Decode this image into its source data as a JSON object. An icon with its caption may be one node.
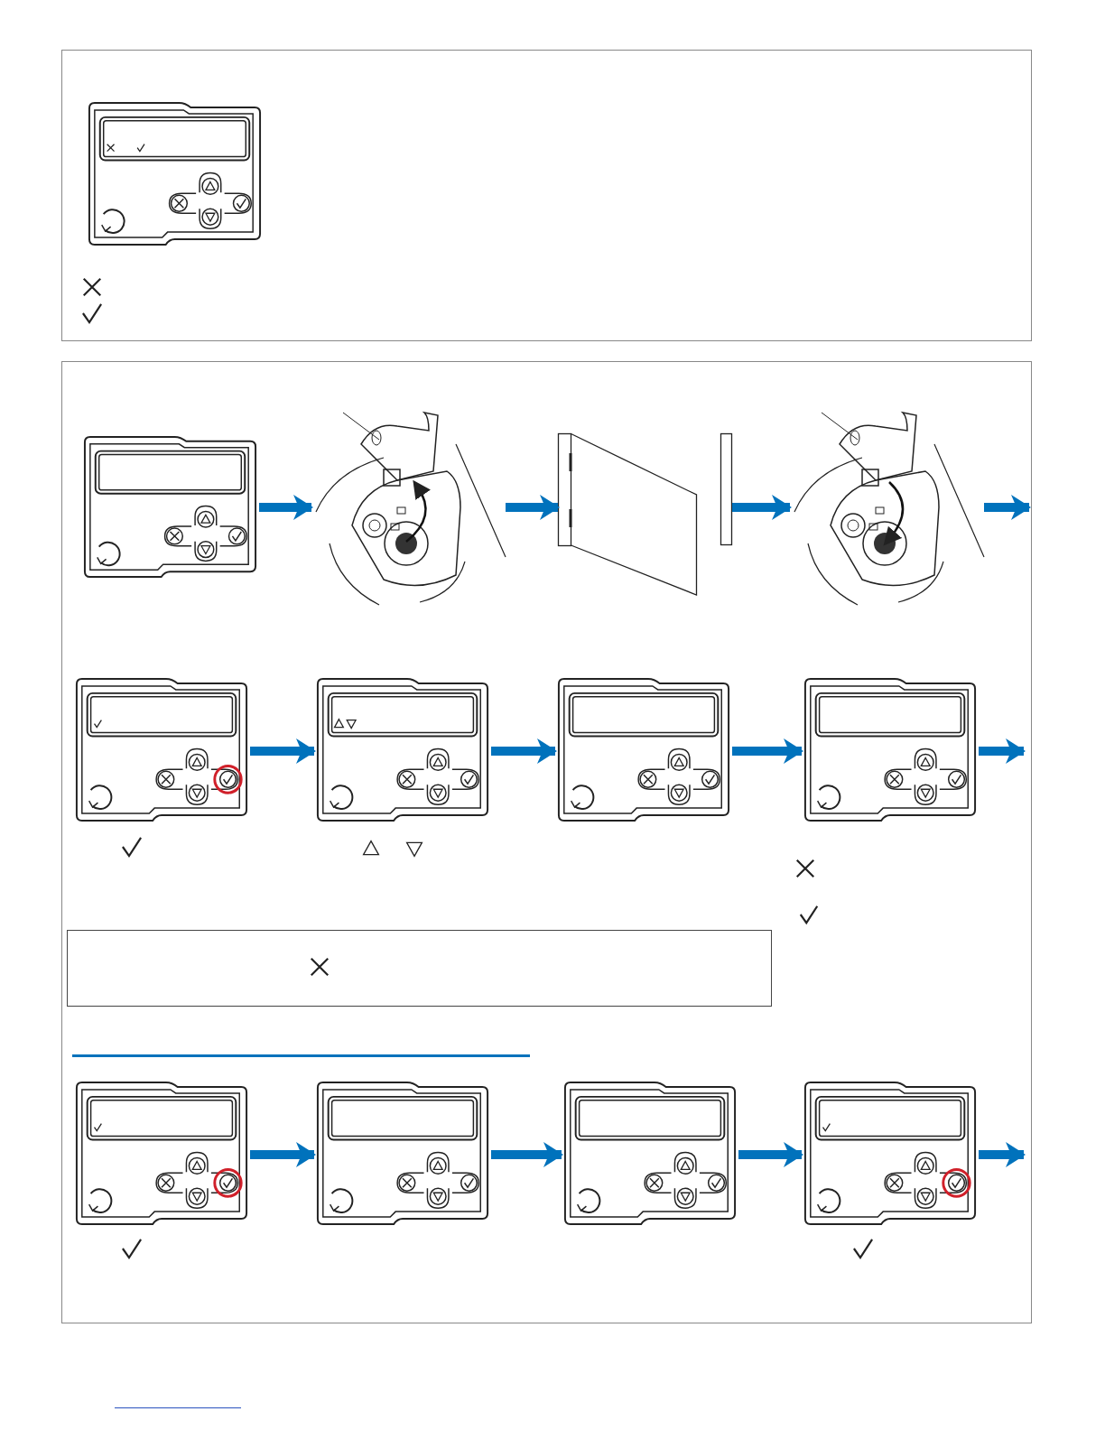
{
  "diagram": {
    "nodes": [
      {
        "text": [],
        "shape": "picture"
      },
      {
        "text": [],
        "shape": "picture"
      },
      {
        "text": [],
        "shape": "picture"
      },
      {
        "text": [],
        "shape": "bar"
      },
      {
        "text": [],
        "shape": "picture"
      },
      {
        "text": [],
        "shape": "picture"
      },
      {
        "text": [],
        "shape": "picture"
      },
      {
        "text": [],
        "shape": "picture"
      },
      {
        "text": [],
        "shape": "picture"
      },
      {
        "text": [],
        "shape": "picture"
      },
      {
        "text": [],
        "shape": "picture"
      },
      {
        "text": [],
        "shape": "picture"
      },
      {
        "text": [],
        "shape": "picture"
      }
    ],
    "edges": [
      {
        "from": 0,
        "to": 1,
        "arrow": "to"
      },
      {
        "from": 1,
        "to": 2,
        "arrow": "to"
      },
      {
        "from": 3,
        "to": 4,
        "arrow": "to"
      },
      {
        "from": 4,
        "to": null,
        "arrow": "to"
      },
      {
        "from": 5,
        "to": 6,
        "arrow": "to"
      },
      {
        "from": 6,
        "to": 7,
        "arrow": "to"
      },
      {
        "from": 7,
        "to": 8,
        "arrow": "to"
      },
      {
        "from": 8,
        "to": null,
        "arrow": "to"
      },
      {
        "from": 9,
        "to": 10,
        "arrow": "to"
      },
      {
        "from": 10,
        "to": 11,
        "arrow": "to"
      },
      {
        "from": 11,
        "to": 12,
        "arrow": "to"
      },
      {
        "from": 12,
        "to": null,
        "arrow": "to"
      }
    ]
  }
}
